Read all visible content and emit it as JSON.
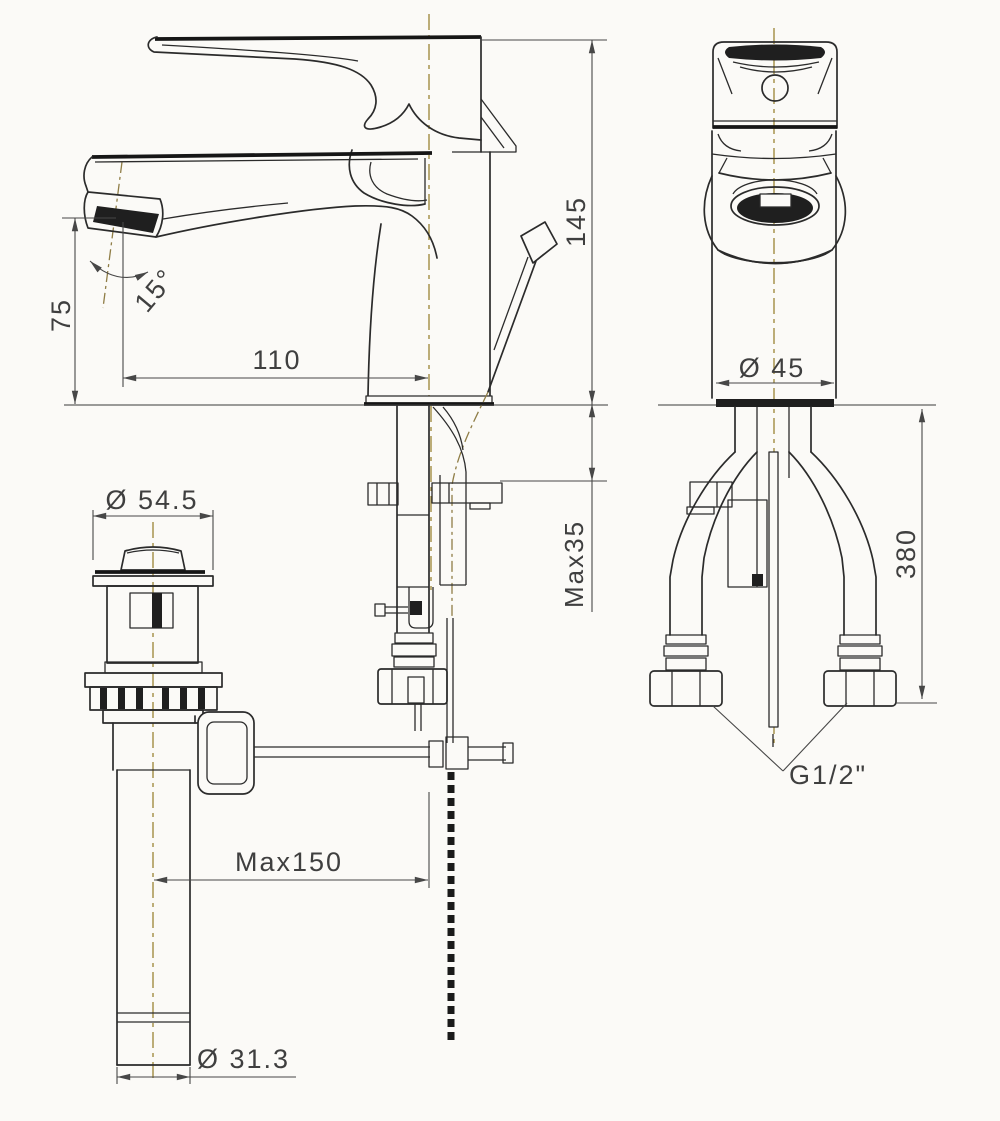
{
  "drawing": {
    "colors": {
      "background": "#fbfaf7",
      "line": "#2b2b2b",
      "dimension": "#474747",
      "centerline": "#9a8434",
      "dark_fill": "#1f1f1f"
    },
    "labels": {
      "spout_height": "75",
      "spout_angle": "15°",
      "spout_reach": "110",
      "overall_height": "145",
      "max_deck_thickness": "Max35",
      "drain_flange_diameter": "Ø 54.5",
      "max_drain_offset": "Max150",
      "tailpipe_diameter": "Ø 31.3",
      "body_diameter": "Ø 45",
      "hose_length": "380",
      "connection_thread": "G1/2\""
    }
  }
}
